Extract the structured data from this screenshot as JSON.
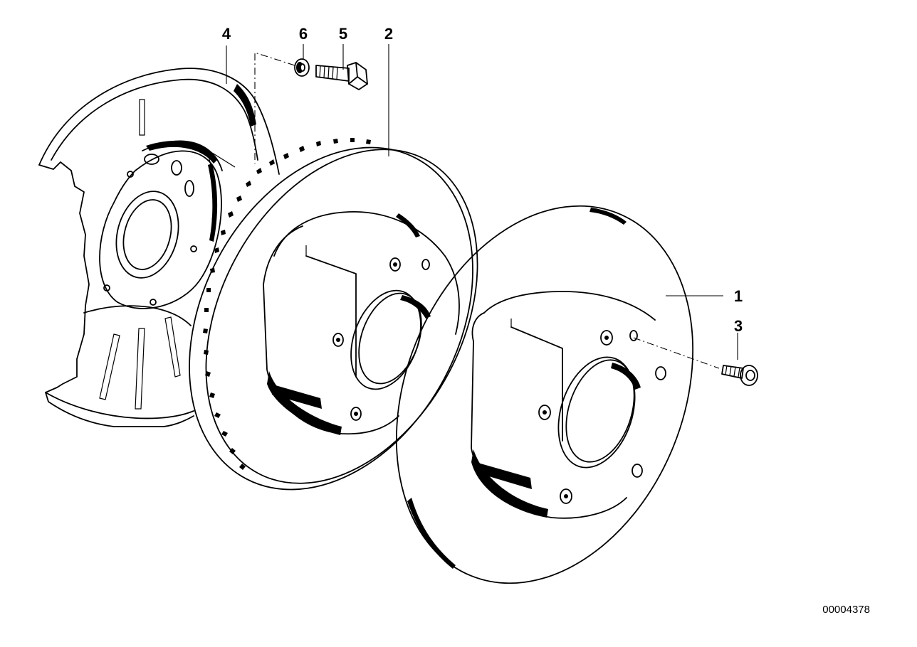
{
  "callouts": {
    "c1": "1",
    "c2": "2",
    "c3": "3",
    "c4": "4",
    "c5": "5",
    "c6": "6"
  },
  "reference_number": "00004378",
  "colors": {
    "line": "#000000",
    "background": "#ffffff"
  }
}
